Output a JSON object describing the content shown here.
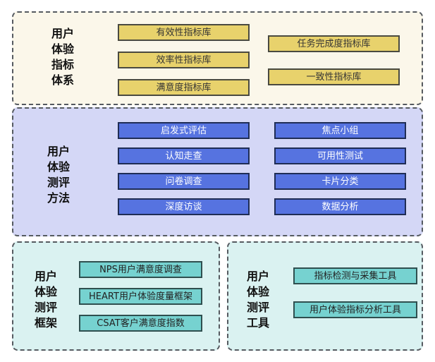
{
  "sections": [
    {
      "title_lines": [
        "用户",
        "体验",
        "指标",
        "体系"
      ],
      "items": [
        "有效性指标库",
        "效率性指标库",
        "满意度指标库",
        "任务完成度指标库",
        "一致性指标库"
      ]
    },
    {
      "title_lines": [
        "用户",
        "体验",
        "测评",
        "方法"
      ],
      "items": [
        "启发式评估",
        "认知走查",
        "问卷调查",
        "深度访谈",
        "焦点小组",
        "可用性测试",
        "卡片分类",
        "数据分析"
      ]
    },
    {
      "title_lines": [
        "用户",
        "体验",
        "测评",
        "框架"
      ],
      "items": [
        "NPS用户满意度调查",
        "HEART用户体验度量框架",
        "CSAT客户满意度指数"
      ]
    },
    {
      "title_lines": [
        "用户",
        "体验",
        "测评",
        "工具"
      ],
      "items": [
        "指标检测与采集工具",
        "用户体验指标分析工具"
      ]
    }
  ],
  "colors": {
    "indicator_box": "#e8d26c",
    "method_box": "#5673e0",
    "framework_box": "#76d2d0",
    "panel_yellow": "#fbf7ea",
    "panel_lavender": "#d4d7f6",
    "panel_cyan": "#daf2f1"
  }
}
